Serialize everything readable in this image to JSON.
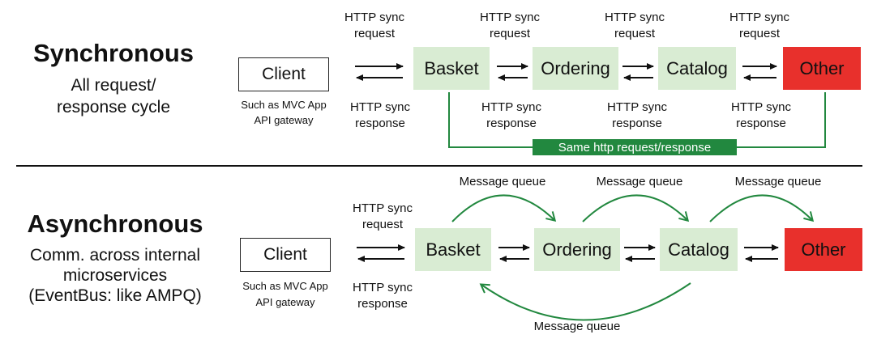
{
  "sync": {
    "title": "Synchronous",
    "subtitle_line1": "All request/",
    "subtitle_line2": "response cycle",
    "client": {
      "label": "Client",
      "caption_line1": "Such as MVC App",
      "caption_line2": "API gateway"
    },
    "services": [
      "Basket",
      "Ordering",
      "Catalog",
      "Other"
    ],
    "request_label_line1": "HTTP sync",
    "request_label_line2": "request",
    "response_label_line1": "HTTP sync",
    "response_label_line2": "response",
    "banner": "Same http request/response"
  },
  "async": {
    "title": "Asynchronous",
    "subtitle_line1": "Comm. across internal",
    "subtitle_line2": "microservices",
    "subtitle_line3": "(EventBus: like AMPQ)",
    "client": {
      "label": "Client",
      "caption_line1": "Such as MVC App",
      "caption_line2": "API gateway"
    },
    "services": [
      "Basket",
      "Ordering",
      "Catalog",
      "Other"
    ],
    "request_label_line1": "HTTP sync",
    "request_label_line2": "request",
    "response_label_line1": "HTTP sync",
    "response_label_line2": "response",
    "mq_label": "Message queue"
  },
  "colors": {
    "service": "#d9ecd3",
    "other": "#e8302c",
    "accent": "#22883f",
    "text": "#111111"
  }
}
